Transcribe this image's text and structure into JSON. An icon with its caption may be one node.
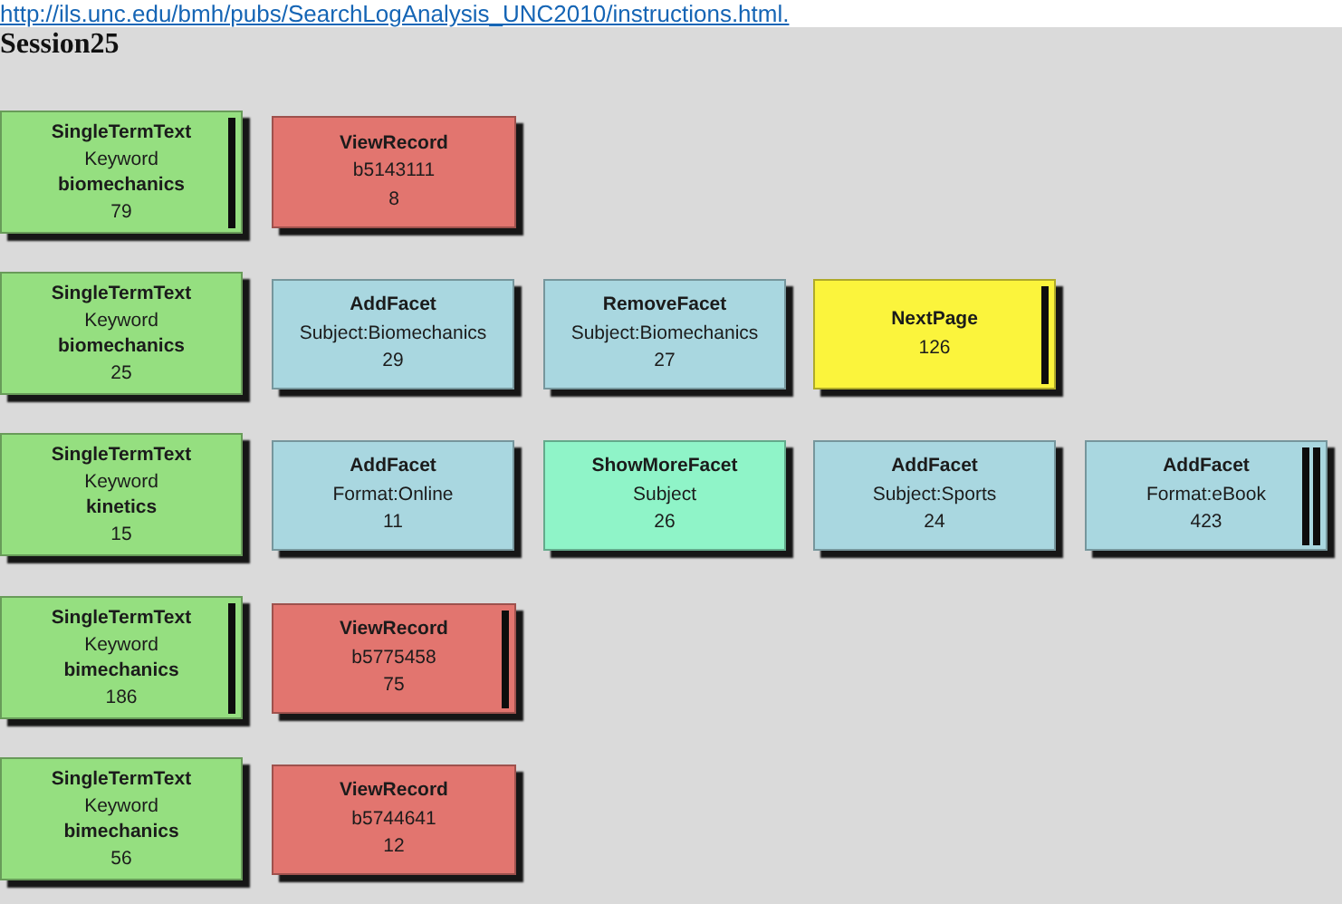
{
  "diagram": {
    "title": "Session25",
    "nodes": [
      {
        "text": [
          "SingleTermText",
          "Keyword",
          "biomechanics",
          "79"
        ]
      },
      {
        "text": [
          "ViewRecord",
          "b5143111",
          "8"
        ]
      },
      {
        "text": [
          "SingleTermText",
          "Keyword",
          "biomechanics",
          "25"
        ]
      },
      {
        "text": [
          "AddFacet",
          "Subject:Biomechanics",
          "29"
        ]
      },
      {
        "text": [
          "RemoveFacet",
          "Subject:Biomechanics",
          "27"
        ]
      },
      {
        "text": [
          "NextPage",
          "126"
        ]
      },
      {
        "text": [
          "SingleTermText",
          "Keyword",
          "kinetics",
          "15"
        ]
      },
      {
        "text": [
          "AddFacet",
          "Format:Online",
          "11"
        ]
      },
      {
        "text": [
          "ShowMoreFacet",
          "Subject",
          "26"
        ]
      },
      {
        "text": [
          "AddFacet",
          "Subject:Sports",
          "24"
        ]
      },
      {
        "text": [
          "AddFacet",
          "Format:eBook",
          "423"
        ]
      },
      {
        "text": [
          "SingleTermText",
          "Keyword",
          "bimechanics",
          "186"
        ]
      },
      {
        "text": [
          "ViewRecord",
          "b5775458",
          "75"
        ]
      },
      {
        "text": [
          "SingleTermText",
          "Keyword",
          "bimechanics",
          "56"
        ]
      },
      {
        "text": [
          "ViewRecord",
          "b5744641",
          "12"
        ]
      }
    ],
    "labels": [
      "http://ils.unc.edu/bmh/pubs/SearchLogAnalysis_UNC2010/instructions.html."
    ]
  }
}
